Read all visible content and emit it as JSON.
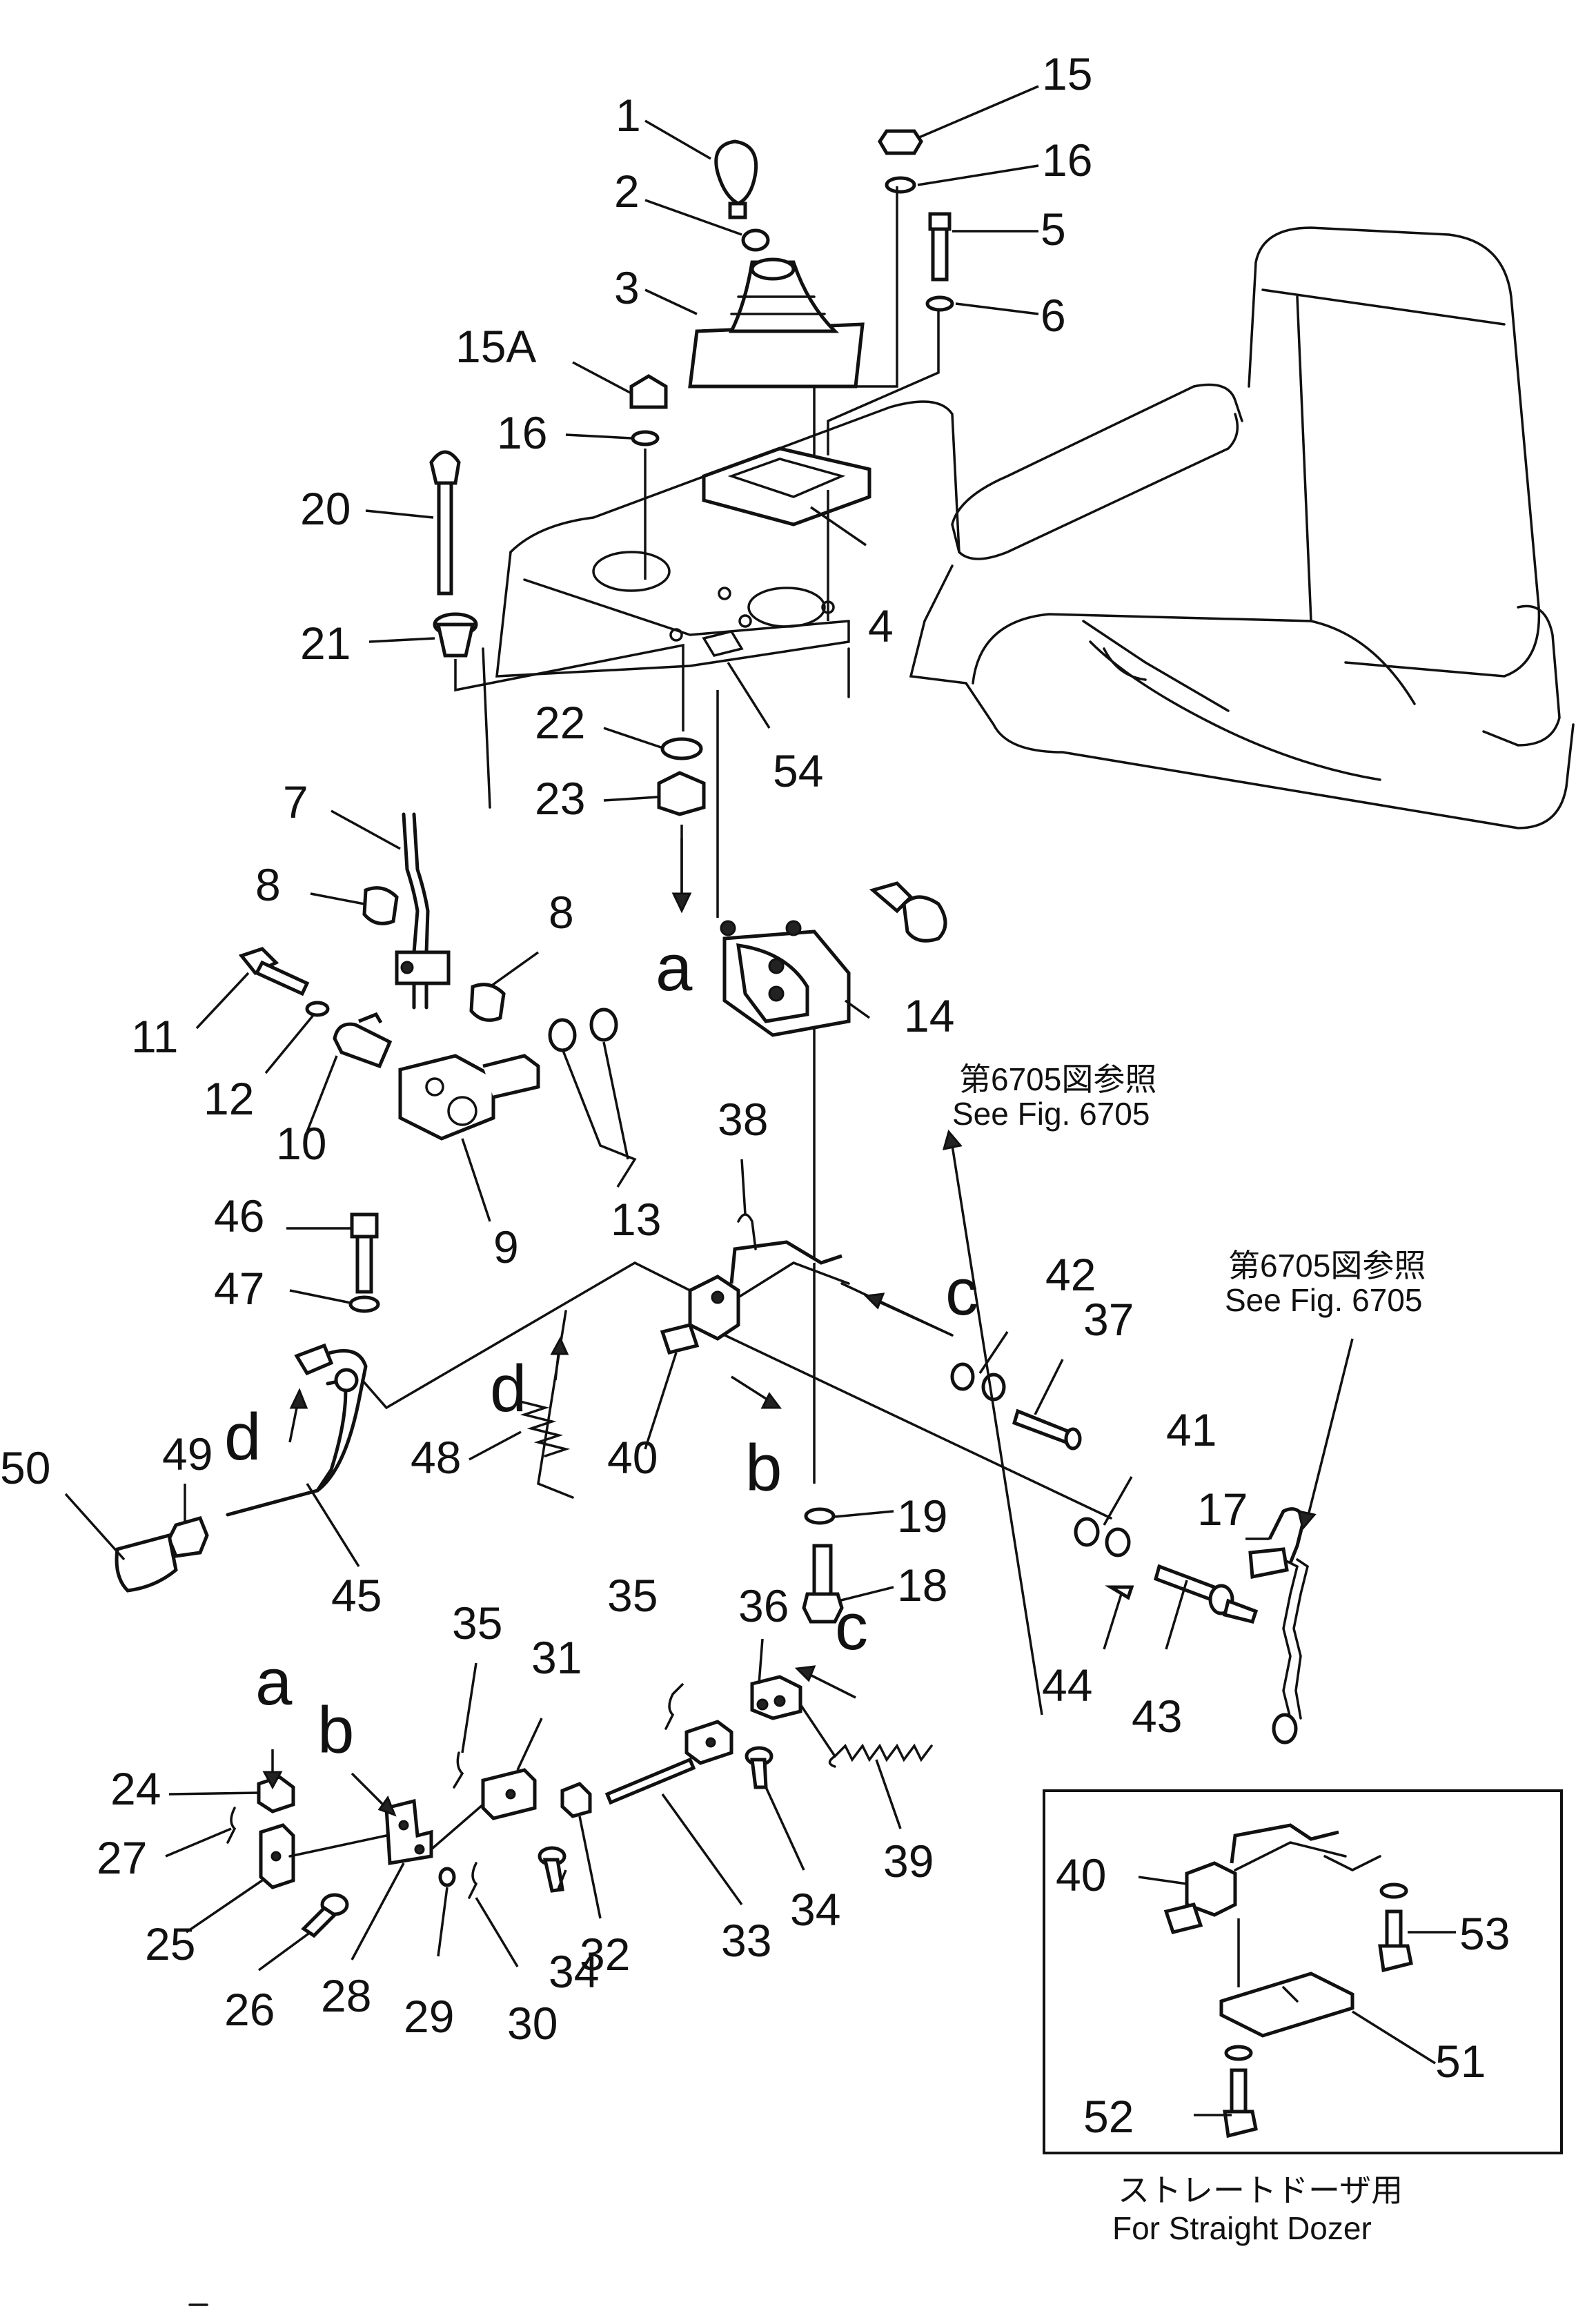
{
  "callouts": {
    "c1": "1",
    "c2": "2",
    "c3": "3",
    "c4": "4",
    "c5": "5",
    "c6": "6",
    "c7": "7",
    "c8a": "8",
    "c8b": "8",
    "c9": "9",
    "c10": "10",
    "c11": "11",
    "c12": "12",
    "c13": "13",
    "c14": "14",
    "c15": "15",
    "c15a": "15A",
    "c16a": "16",
    "c16b": "16",
    "c17": "17",
    "c18": "18",
    "c19": "19",
    "c20": "20",
    "c21": "21",
    "c22": "22",
    "c23": "23",
    "c24": "24",
    "c25": "25",
    "c26": "26",
    "c27": "27",
    "c28": "28",
    "c29": "29",
    "c30": "30",
    "c31": "31",
    "c32": "32",
    "c33": "33",
    "c34a": "34",
    "c34b": "34",
    "c35a": "35",
    "c35b": "35",
    "c36": "36",
    "c37": "37",
    "c38": "38",
    "c39": "39",
    "c40": "40",
    "c40b": "40",
    "c41": "41",
    "c42": "42",
    "c43": "43",
    "c44": "44",
    "c45": "45",
    "c46": "46",
    "c47": "47",
    "c48": "48",
    "c49": "49",
    "c50": "50",
    "c51": "51",
    "c52": "52",
    "c53": "53",
    "c54": "54"
  },
  "letters": {
    "a_top": "a",
    "a_bottom": "a",
    "b_mid": "b",
    "b_bottom": "b",
    "c_top": "c",
    "c_mid": "c",
    "d_left": "d",
    "d_mid": "d"
  },
  "notes": {
    "ref1_jp": "第6705図参照",
    "ref1_en": "See Fig. 6705",
    "ref2_jp": "第6705図参照",
    "ref2_en": "See Fig. 6705",
    "inset_jp": "ストレートドーザ用",
    "inset_en": "For Straight Dozer"
  }
}
